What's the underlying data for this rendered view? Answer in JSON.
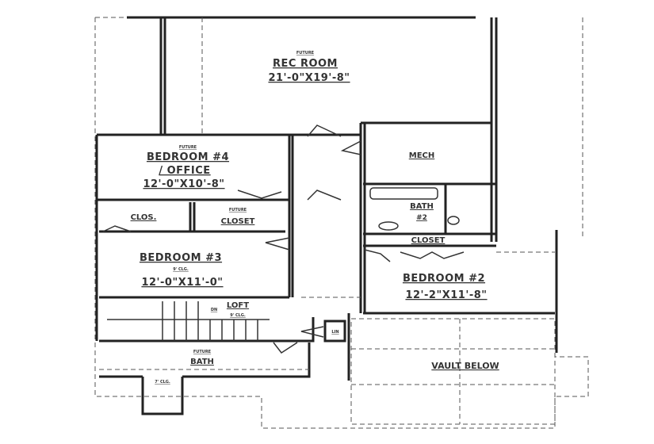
{
  "plan": {
    "rooms": {
      "rec_room": {
        "note": "FUTURE",
        "name": "REC ROOM",
        "size": "21'-0\"X19'-8\""
      },
      "bedroom4": {
        "note": "FUTURE",
        "name": "BEDROOM #4",
        "name2": "/ OFFICE",
        "size": "12'-0\"X10'-8\""
      },
      "mech": {
        "name": "MECH"
      },
      "bath2": {
        "name": "BATH",
        "name2": "#2"
      },
      "clos": {
        "name": "CLOS."
      },
      "future_closet": {
        "note": "FUTURE",
        "name": "CLOSET"
      },
      "closet": {
        "name": "CLOSET"
      },
      "bedroom3": {
        "name": "BEDROOM #3",
        "ceiling": "9' CLG.",
        "size": "12'-0\"X11'-0\""
      },
      "bedroom2": {
        "name": "BEDROOM #2",
        "size": "12'-2\"X11'-8\""
      },
      "loft": {
        "name": "LOFT",
        "ceiling": "9' CLG.",
        "stair": "DN"
      },
      "linen": {
        "name": "LIN"
      },
      "bath": {
        "note": "FUTURE",
        "name": "BATH"
      },
      "porch": {
        "ceiling": "7' CLG."
      },
      "vault": {
        "name": "VAULT BELOW"
      }
    }
  }
}
